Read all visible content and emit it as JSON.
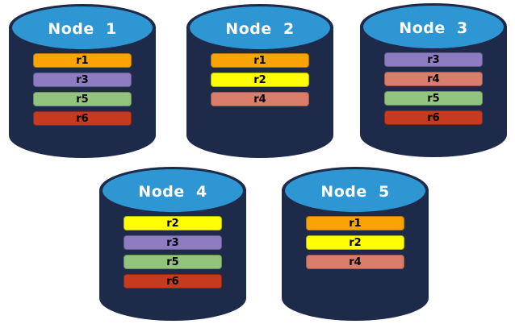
{
  "colors": {
    "cylinder_body": "#1d2a4a",
    "cylinder_top_face": "#2e96d3",
    "node_title_text": "#ffffff",
    "replica_label_text": "#000000",
    "background": "#ffffff"
  },
  "replica_colors": {
    "r1": "#f9a402",
    "r2": "#ffff00",
    "r3": "#8e7cc3",
    "r4": "#d97e6b",
    "r5": "#93c47d",
    "r6": "#c63a20"
  },
  "nodes": [
    {
      "title": "Node  1",
      "replicas": [
        "r1",
        "r3",
        "r5",
        "r6"
      ]
    },
    {
      "title": "Node  2",
      "replicas": [
        "r1",
        "r2",
        "r4"
      ]
    },
    {
      "title": "Node  3",
      "replicas": [
        "r3",
        "r4",
        "r5",
        "r6"
      ]
    },
    {
      "title": "Node  4",
      "replicas": [
        "r2",
        "r3",
        "r5",
        "r6"
      ]
    },
    {
      "title": "Node  5",
      "replicas": [
        "r1",
        "r2",
        "r4"
      ]
    }
  ]
}
